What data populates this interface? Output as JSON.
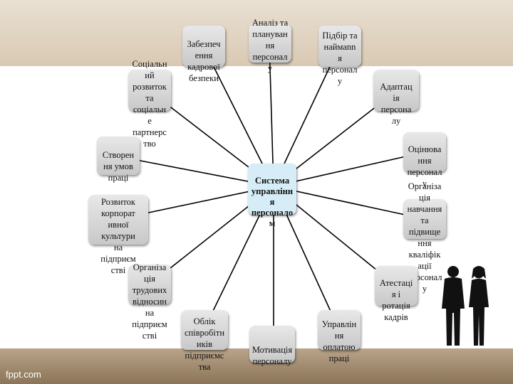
{
  "diagram": {
    "center": "Система\nуправлінн\nя\nперсонало\nм",
    "nodes": [
      {
        "id": "analysis",
        "text": "Аналіз та\nплануван\nня\nперсонал\nу"
      },
      {
        "id": "security",
        "text": "Забезпеч\nення\nкадрової\nбезпеки"
      },
      {
        "id": "selection",
        "text": "Підбір та\nнаймann\nя\nперсонал\nу"
      },
      {
        "id": "adaptation",
        "text": "Адаптац\nія\nперсона\nлу"
      },
      {
        "id": "social",
        "text": "Соціальн\nий\nрозвиток\nта\nсоціальн\nе\nпартнерс\nтво"
      },
      {
        "id": "conditions",
        "text": "Створен\nня умов\nпраці"
      },
      {
        "id": "evaluation",
        "text": "Оцінюва\nння\nперсонал\nу"
      },
      {
        "id": "training",
        "text": "Організа\nція\nнавчання\nта\nпідвище\nння\nкваліфік\nації\nперсонал\nу"
      },
      {
        "id": "culture",
        "text": "Розвиток\nкорпорат\nивної\nкультури\nна\nпідприєм\nстві"
      },
      {
        "id": "labor",
        "text": "Організа\nція\nтрудових\nвідносин\nна\nпідприєм\nстві"
      },
      {
        "id": "certification",
        "text": "Атестаці\nя і\nротація\nкадрів"
      },
      {
        "id": "accounting",
        "text": "Облік\nспівробітн\nиків\nпідприємс\nтва"
      },
      {
        "id": "motivation",
        "text": "Мотивація\nперсоналу"
      },
      {
        "id": "pay",
        "text": "Управлін\nня\nоплатою\nпраці"
      }
    ]
  },
  "footer": {
    "watermark": "fppt.com"
  },
  "icons": {
    "people": "business-people-silhouette-icon"
  },
  "colors": {
    "center_fill": "#d6ecf6",
    "node_fill": "#d8d8d8",
    "line": "#000000"
  }
}
